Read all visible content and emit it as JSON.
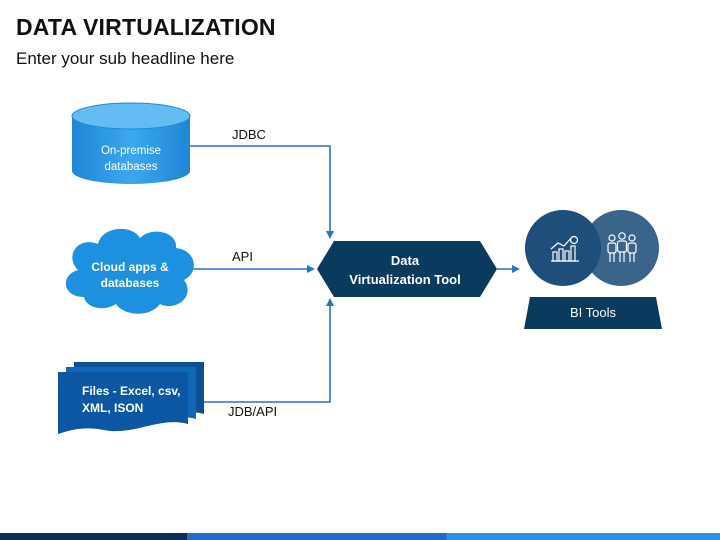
{
  "header": {
    "title": "DATA VIRTUALIZATION",
    "subtitle": "Enter your sub headline here"
  },
  "sources": {
    "db": {
      "line1": "On-premise",
      "line2": "databases",
      "connector": "JDBC"
    },
    "cloud": {
      "line1": "Cloud apps &",
      "line2": "databases",
      "connector": "API"
    },
    "files": {
      "line1": "Files - Excel, csv,",
      "line2": "XML, ISON",
      "connector": "JDB/API"
    }
  },
  "hub": {
    "line1": "Data",
    "line2": "Virtualization Tool"
  },
  "target": {
    "label": "BI Tools"
  },
  "icons": [
    "database-icon",
    "cloud-icon",
    "documents-icon",
    "growth-chart-icon",
    "team-icon"
  ],
  "colors": {
    "light_blue": "#2b9be6",
    "navy": "#0b3a5f",
    "circle": "#1f4e7a",
    "arrow": "#1f77c8"
  }
}
